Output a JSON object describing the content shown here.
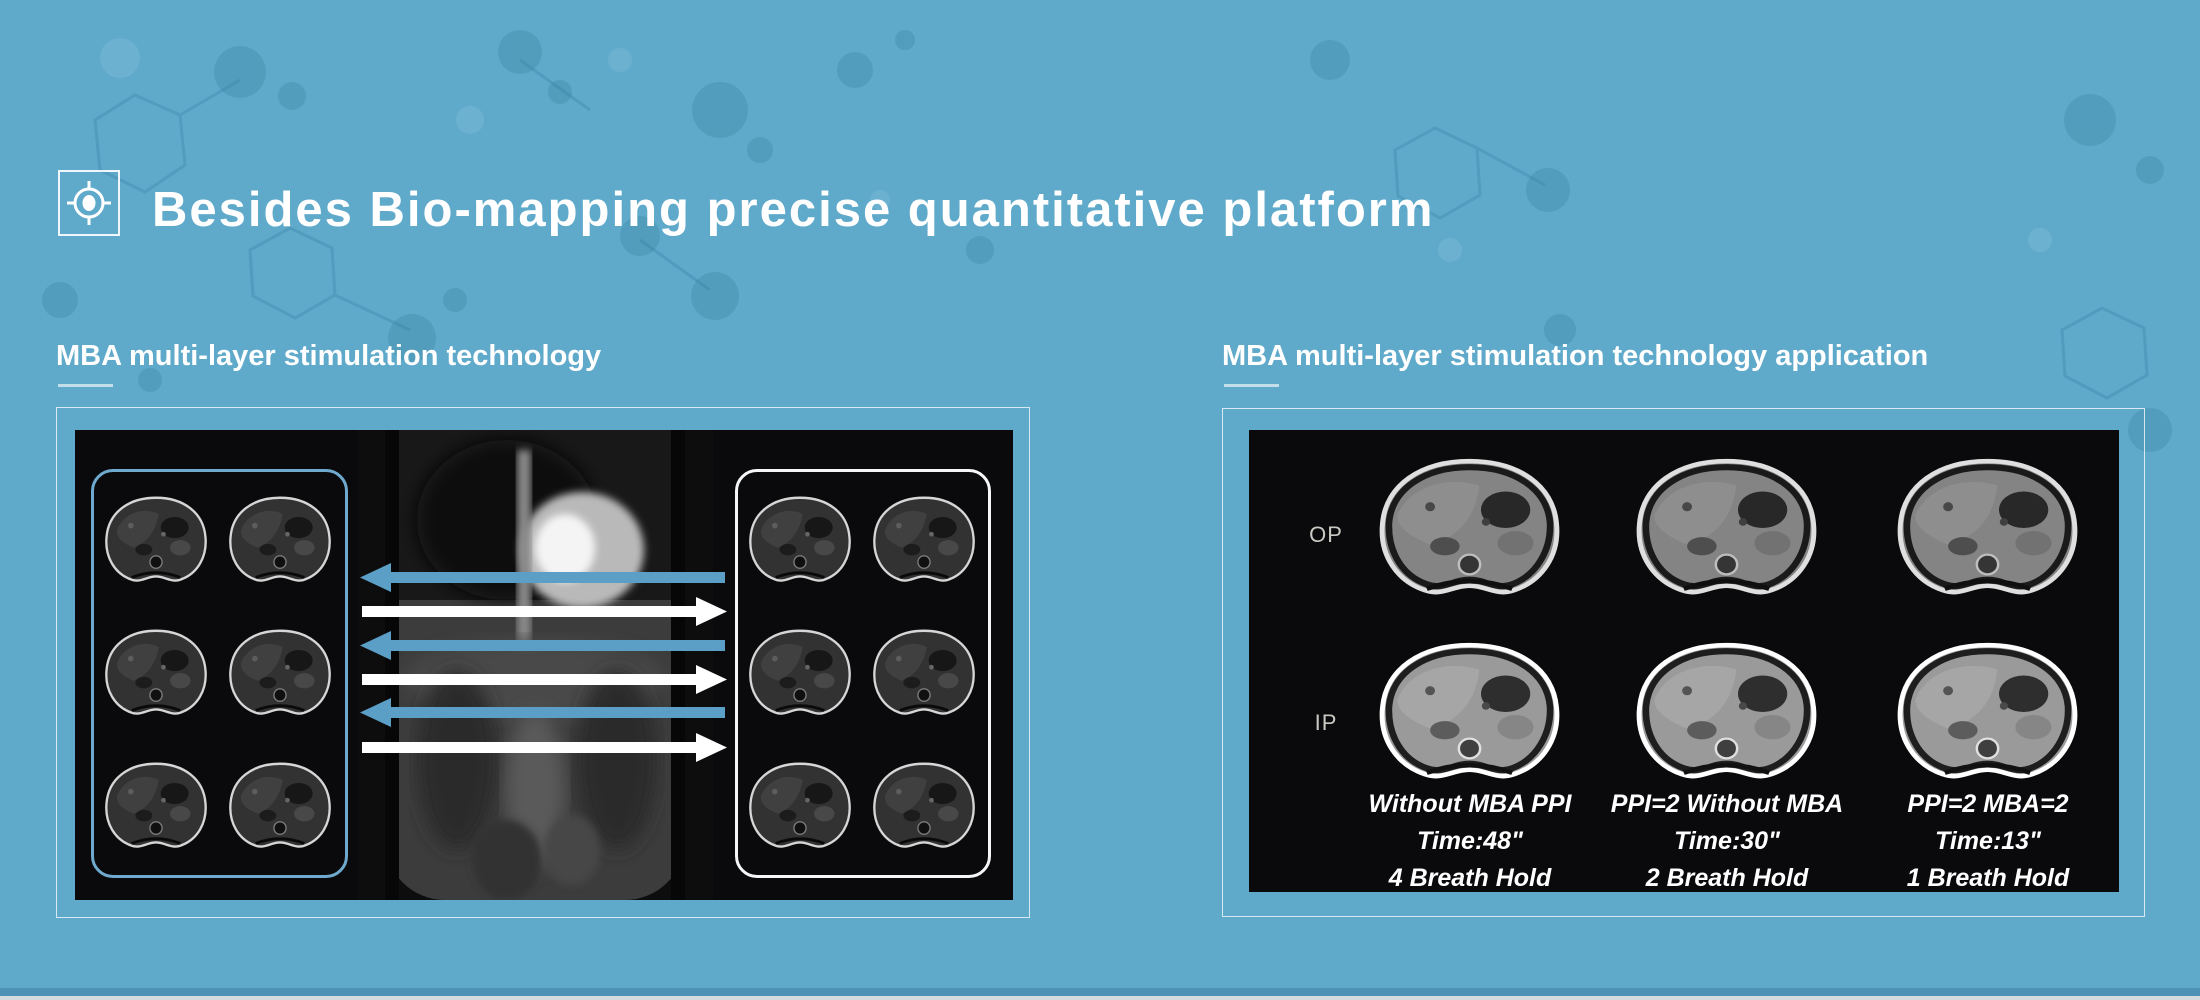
{
  "colors": {
    "background": "#5FA9CA",
    "accent_arrow_blue": "#5C9FC6",
    "group_outline_blue": "#6FAACE",
    "panel_black": "#0A0A0C",
    "bottom_bar": "#4E93B6",
    "bottom_edge": "#D5DCE0",
    "text_white": "#FFFFFF",
    "row_label_gray": "#C9C9C4"
  },
  "header": {
    "icon": "target-icon",
    "title": "Besides Bio-mapping precise quantitative platform"
  },
  "sections": {
    "left": {
      "heading": "MBA multi-layer stimulation technology",
      "figure": {
        "left_group_outline": "blue-rounded-outline",
        "right_group_outline": "white-rounded-outline",
        "center_image": "coronal-mri-scan",
        "arrows": [
          {
            "color": "blue",
            "direction": "left"
          },
          {
            "color": "white",
            "direction": "right"
          },
          {
            "color": "blue",
            "direction": "left"
          },
          {
            "color": "white",
            "direction": "right"
          },
          {
            "color": "blue",
            "direction": "left"
          },
          {
            "color": "white",
            "direction": "right"
          }
        ]
      }
    },
    "right": {
      "heading": "MBA multi-layer stimulation technology application",
      "row_labels": [
        "OP",
        "IP"
      ],
      "captions": [
        {
          "line1": "Without MBA PPI",
          "line2": "Time:48\"",
          "line3": "4 Breath Hold"
        },
        {
          "line1": "PPI=2 Without MBA",
          "line2": "Time:30\"",
          "line3": "2 Breath Hold"
        },
        {
          "line1": "PPI=2 MBA=2",
          "line2": "Time:13\"",
          "line3": "1 Breath Hold"
        }
      ]
    }
  }
}
